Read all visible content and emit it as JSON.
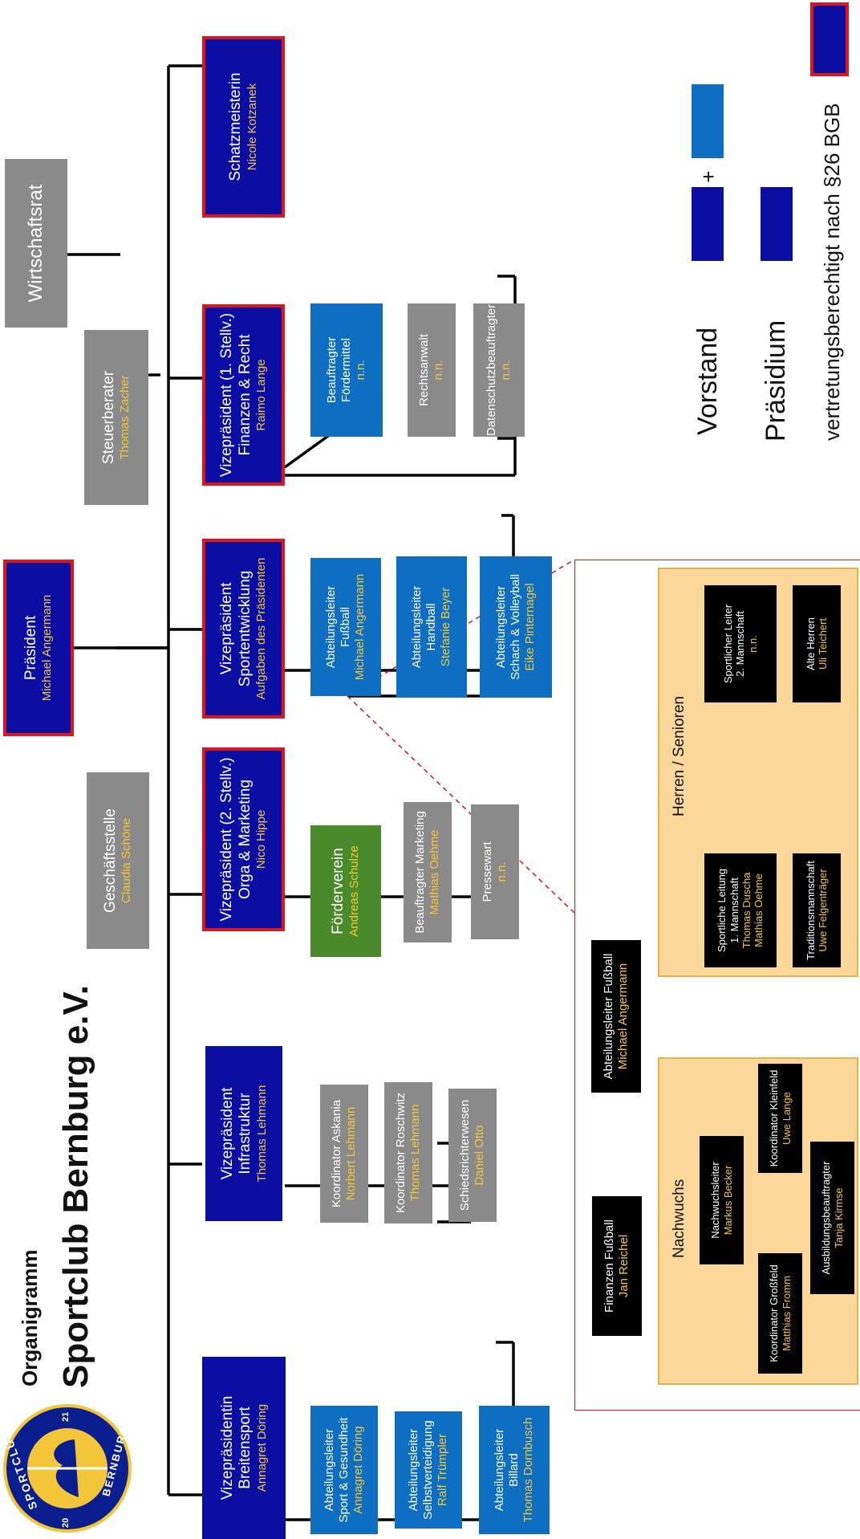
{
  "header": {
    "subtitle": "Organigramm",
    "title": "Sportclub Bernburg e.V."
  },
  "logo": {
    "text_top": "SPORTCLUB",
    "text_bottom": "BERNBURG",
    "year_left": "20",
    "year_right": "21"
  },
  "top_boxes": {
    "wirtschaftsrat": {
      "title": "Wirtschaftsrat"
    },
    "steuerberater": {
      "title": "Steuerberater",
      "name": "Thomas Zacher"
    },
    "praesident": {
      "title": "Präsident",
      "name": "Michael Angermann"
    },
    "geschaeftsstelle": {
      "title": "Geschäftsstelle",
      "name": "Claudia Schöne"
    }
  },
  "vice": [
    {
      "l1": "Vizepräsidentin",
      "l2": "Breitensport",
      "name": "Annagret Döring"
    },
    {
      "l1": "Vizepräsident",
      "l2": "Infrastruktur",
      "name": "Thomas Lehmann"
    },
    {
      "l1": "Vizepräsident (2. Stellv.)",
      "l2": "Orga & Marketing",
      "name": "Nico Hippe"
    },
    {
      "l1": "Vizepräsident",
      "l2": "Sportentwicklung",
      "name": "Aufgaben des Präsidenten"
    },
    {
      "l1": "Vizepräsident (1. Stellv.)",
      "l2": "Finanzen & Recht",
      "name": "Raimo Lange"
    },
    {
      "l1": "Schatzmeisterin",
      "l2": "",
      "name": "Nicole Kotzanek"
    }
  ],
  "breitensport": [
    {
      "l1": "Abteilungsleiter",
      "l2": "Sport & Gesundheit",
      "name": "Annagret Döring"
    },
    {
      "l1": "Abteilungsleiter",
      "l2": "Selbstverteidigung",
      "name": "Ralf Trümpler"
    },
    {
      "l1": "Abteilungsleiter",
      "l2": "Billard",
      "name": "Thomas Dornbusch"
    }
  ],
  "infrastruktur": [
    {
      "l1": "Koordinator Askania",
      "name": "Norbert Lehmann"
    },
    {
      "l1": "Koordinator Roschwitz",
      "name": "Thomas Lehmann"
    },
    {
      "l1": "Schiedsrichterwesen",
      "name": "Daniel Otto"
    }
  ],
  "orga": [
    {
      "l1": "Förderverein",
      "name": "Andreas Schulze"
    },
    {
      "l1": "Beauftragter Marketing",
      "name": "Mathias Oehme"
    },
    {
      "l1": "Pressewart",
      "name": "n.n."
    }
  ],
  "sport": [
    {
      "l1": "Abteilungsleiter",
      "l2": "Fußball",
      "name": "Michael Angermann"
    },
    {
      "l1": "Abteilungsleiter",
      "l2": "Handball",
      "name": "Stefanie Beyer"
    },
    {
      "l1": "Abteilungsleiter",
      "l2": "Schach & Volleyball",
      "name": "Eike Pinternagel"
    }
  ],
  "finanzen": [
    {
      "l1": "Beauftragter",
      "l2": "Fördermittel",
      "name": "n.n."
    },
    {
      "l1": "Rechtsanwalt",
      "l2": "",
      "name": "n.n."
    },
    {
      "l1": "Datenschutzbeauftragter",
      "l2": "",
      "name": "n.n."
    }
  ],
  "fussball": {
    "leiter": {
      "l1": "Abteilungsleiter Fußball",
      "name": "Michael Angermann"
    },
    "finanzen": {
      "l1": "Finanzen Fußball",
      "name": "Jan Reichel"
    },
    "nachwuchs": {
      "title": "Nachwuchs",
      "leiter": {
        "l1": "Nachwuchsleiter",
        "name": "Markus Becker"
      },
      "kleinfeld": {
        "l1": "Koordinator Kleinfeld",
        "name": "Uwe Lange"
      },
      "grossfeld": {
        "l1": "Koordinator Großfeld",
        "name": "Matthias Fromm"
      },
      "ausbildung": {
        "l1": "Ausbildungsbeauftragter",
        "name": "Tanja Kirmse"
      }
    },
    "herren": {
      "title": "Herren / Senioren",
      "leitung1": {
        "l1": "Sportliche Leitung",
        "l2": "1. Mannschaft",
        "name1": "Thomas Duscha",
        "name2": "Mathias Oehme"
      },
      "tradition": {
        "l1": "Traditionsmannschaft",
        "name": "Uwe Felgenträger"
      },
      "leiter2": {
        "l1": "Sportlicher Leiter",
        "l2": "2. Mannschaft",
        "name": "n.n."
      },
      "alte": {
        "l1": "Alte Herren",
        "name": "Uli Teichert"
      }
    }
  },
  "legend": {
    "vorstand": "Vorstand",
    "plus": "+",
    "praesidium": "Präsidium",
    "vertretung": "vertretungsberechtigt nach §26 BGB"
  },
  "colors": {
    "navy": "#0a0ea3",
    "blue": "#0e6fc2",
    "grey": "#8a8a8a",
    "green": "#4b8a2a",
    "red": "#e0141b",
    "yellow": "#f3c63a",
    "cream": "#fbd89a"
  }
}
